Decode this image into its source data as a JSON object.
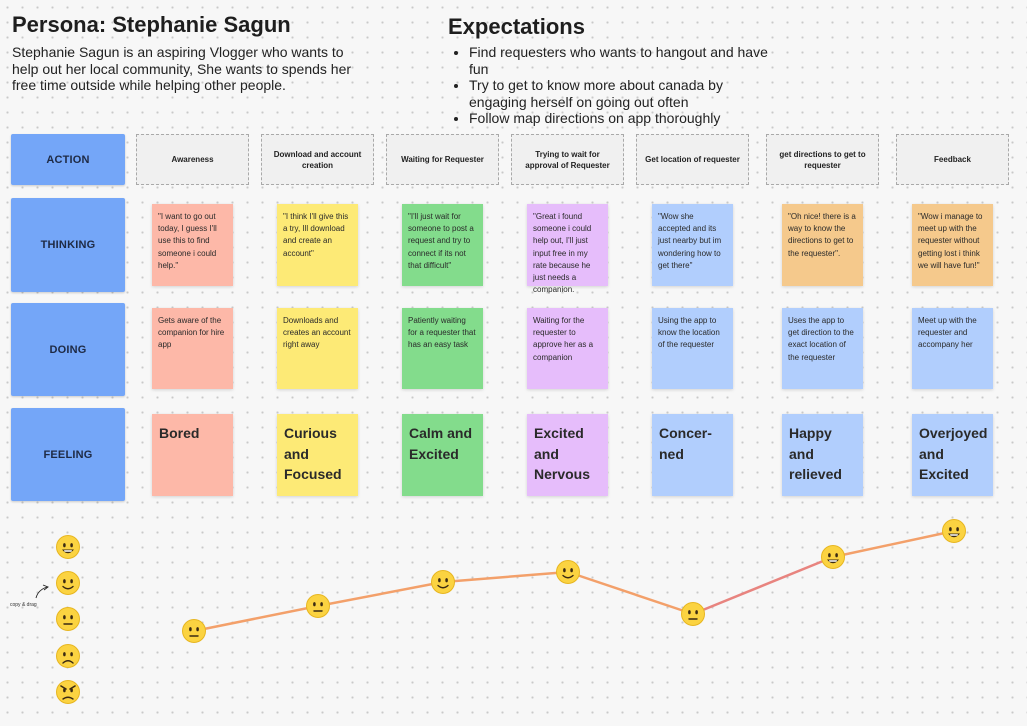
{
  "persona": {
    "title": "Persona: Stephanie Sagun",
    "description": "Stephanie Sagun is an aspiring Vlogger who wants to help out her local community, She wants to spends her free time outside while helping other people."
  },
  "expectations": {
    "title": "Expectations",
    "items": [
      "Find requesters who wants to hangout and have fun",
      "Try to get to know more about canada by engaging herself on going out often",
      "Follow map directions on app thoroughly"
    ]
  },
  "rows": {
    "action": "ACTION",
    "thinking": "THINKING",
    "doing": "DOING",
    "feeling": "FEELING"
  },
  "stages": [
    {
      "name": "Awareness",
      "thinking": "\"I want to go out today, I guess I'll use this to find someone i could help.\"",
      "doing": "Gets aware of the companion for hire app",
      "feeling": "Bored",
      "color": "#fdb8a8",
      "think_color": "#fdb8a8"
    },
    {
      "name": "Download and account creation",
      "thinking": "\"I think I'll give this a try, Ill download and create an account\"",
      "doing": "Downloads and creates an account right away",
      "feeling": "Curious and Focused",
      "color": "#fdea76",
      "think_color": "#fdea76"
    },
    {
      "name": "Waiting for Requester",
      "thinking": "\"I'll just wait for someone to post a request and try to connect if its not that difficult\"",
      "doing": "Patiently waiting for a requester that has an easy task",
      "feeling": "Calm and Excited",
      "color": "#83dc8c",
      "think_color": "#83dc8c"
    },
    {
      "name": "Trying to wait for approval of Requester",
      "thinking": "\"Great i found someone i could help out, I'll just input free in my rate because he just needs a companion.",
      "doing": "Waiting for the requester to approve her as a companion",
      "feeling": "Excited and Nervous",
      "color": "#e6bdfb",
      "think_color": "#e6bdfb"
    },
    {
      "name": "Get location of requester",
      "thinking": "\"Wow she accepted and its just nearby but im wondering how to get there\"",
      "doing": "Using the app to know the location of the requester",
      "feeling": "Concer-ned",
      "color": "#b1cefd",
      "think_color": "#b1cefd"
    },
    {
      "name": "get directions to get to requester",
      "thinking": "\"Oh nice! there is a way to know the directions to get to the requester\".",
      "doing": "Uses the app to get direction to the exact location of the requester",
      "feeling": "Happy and relieved",
      "color": "#b1cefd",
      "think_color": "#f5c98c"
    },
    {
      "name": "Feedback",
      "thinking": "\"Wow i manage to meet up with the requester without getting lost i think we will have fun!\"",
      "doing": "Meet up with the requester and accompany her",
      "feeling": "Overjoyed and Excited",
      "color": "#b1cefd",
      "think_color": "#f5c98c"
    }
  ],
  "emotion_scale": [
    "very-happy",
    "happy",
    "neutral",
    "sad",
    "angry"
  ],
  "emotion_curve": {
    "levels": [
      3,
      3,
      2,
      2,
      3,
      1,
      0
    ],
    "line_colors": [
      "#f3a06a",
      "#e8847f"
    ]
  },
  "copy_drag_label": "copy & drag"
}
